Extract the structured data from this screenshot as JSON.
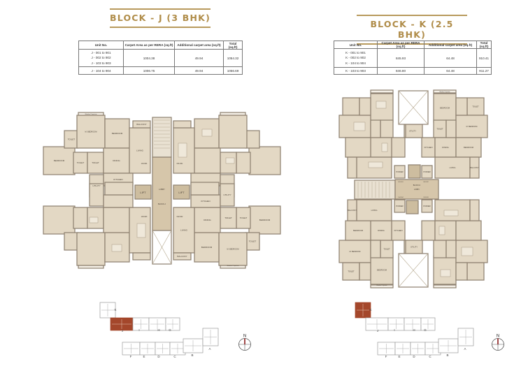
{
  "blocks": [
    {
      "id": "j",
      "title": "BLOCK - J (3 BHK)",
      "table": {
        "headers": [
          "Unit No.",
          "Carpet Area as per RERA (sq.ft)",
          "Additional carpet area (sq.ft)",
          "Total (sq.ft)"
        ],
        "rows": [
          {
            "units": [
              "J - 001 to 901",
              "J - 002 to 902",
              "J - 103 to 903"
            ],
            "carpet": "1004.38",
            "additional": "49.94",
            "total": "1054.32"
          },
          {
            "units": [
              "J - 104 to 904"
            ],
            "carpet": "1006.75",
            "additional": "49.94",
            "total": "1056.69"
          }
        ]
      },
      "plan": {
        "m_bedroom": "M. BEDROOM",
        "bedroom": "BEDROOM",
        "toilet": "TOILET",
        "dining": "DINING",
        "living": "LIVING",
        "balcony": "BALCONY",
        "kitchen": "KITCHEN",
        "utility": "UTILITY",
        "lift": "LIFT",
        "lobby": "LOBBY",
        "block": "BLOCK-J",
        "weather": "Weather Projection",
        "units": [
          "104-904",
          "001-901",
          "103-903",
          "002-902"
        ]
      },
      "keyplan": {
        "letters": [
          "K",
          "J",
          "I",
          "H",
          "G",
          "F",
          "E",
          "D",
          "C",
          "B",
          "A"
        ],
        "highlight": "J",
        "north": "N"
      }
    },
    {
      "id": "k",
      "title": "BLOCK - K (2.5 BHK)",
      "table": {
        "headers": [
          "Unit No.",
          "Carpet Area as per RERA (sq.ft)",
          "Additional carpet area (sq.ft)",
          "Total (sq.ft)"
        ],
        "rows": [
          {
            "units": [
              "K - 001 to 901",
              "K - 002 to 902",
              "K - 104 to 904"
            ],
            "carpet": "845.93",
            "additional": "64.48",
            "total": "910.41"
          },
          {
            "units": [
              "K - 103 to 903"
            ],
            "carpet": "846.80",
            "additional": "64.48",
            "total": "911.27"
          }
        ]
      },
      "plan": {
        "m_bedroom": "M. BEDROOM",
        "bedroom": "BEDROOM",
        "toilet": "TOILET",
        "dining": "DINING",
        "living": "LIVING",
        "balcony": "BALCONY",
        "kitchen": "KITCHEN",
        "utility": "UTILITY",
        "power": "POWER",
        "lobby": "LOBBY",
        "block": "BLOCK-K",
        "weather": "Weather Projection",
        "units": [
          "001-901",
          "002-902",
          "104-904",
          "103-903"
        ]
      },
      "keyplan": {
        "letters": [
          "K",
          "J",
          "I",
          "H",
          "G",
          "F",
          "E",
          "D",
          "C",
          "B",
          "A"
        ],
        "highlight": "K",
        "north": "N"
      }
    }
  ],
  "colors": {
    "title": "#b08d4a",
    "room": "#e3d8c4",
    "wall": "#8c7f6e",
    "highlight": "#a4472b"
  }
}
